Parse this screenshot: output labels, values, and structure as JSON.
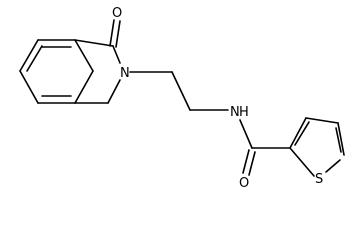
{
  "diagram": {
    "type": "chemical-structure",
    "atom_labels": {
      "carbonyl_oxygen_top": "O",
      "ring_nitrogen": "N",
      "amide_nitrogen": "N",
      "amide_hydrogen": "H",
      "carbonyl_oxygen_bottom": "O",
      "thiophene_sulfur": "S"
    },
    "colors": {
      "bond": "#000000",
      "label": "#000000",
      "background": "#ffffff"
    }
  }
}
